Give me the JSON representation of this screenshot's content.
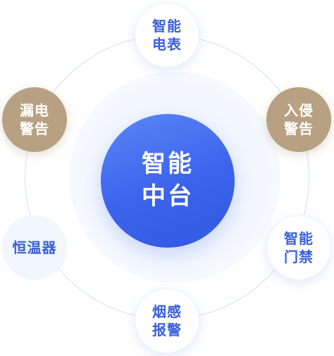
{
  "center": {
    "line1": "智能",
    "line2": "中台"
  },
  "nodes": {
    "meter": {
      "line1": "智能",
      "line2": "电表"
    },
    "intrusion": {
      "line1": "入侵",
      "line2": "警告"
    },
    "door": {
      "line1": "智能",
      "line2": "门禁"
    },
    "smoke": {
      "line1": "烟感",
      "line2": "报警"
    },
    "thermo": {
      "line1": "恒温器",
      "line2": ""
    },
    "leak": {
      "line1": "漏电",
      "line2": "警告"
    }
  },
  "colors": {
    "center_blue": "#3b63ec",
    "node_text_blue": "#3a5fd9",
    "gold": "#b8a082",
    "ring": "#d4dff5"
  }
}
